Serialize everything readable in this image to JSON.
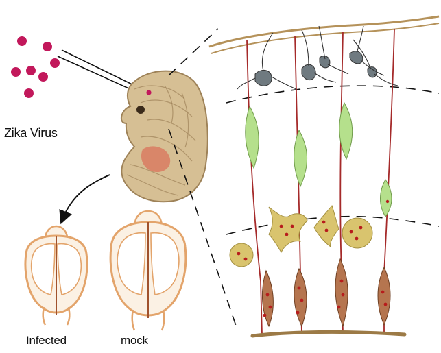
{
  "figure": {
    "labels": {
      "virus": "Zika Virus",
      "infected": "Infected",
      "mock": "mock"
    },
    "colors": {
      "virus_particle": "#c2185b",
      "embryo_body": "#d6bf94",
      "embryo_outline": "#9e8258",
      "embryo_organ": "#d97b61",
      "brain_outline": "#e3a46b",
      "brain_fill": "#fbf1e4",
      "brain_midline": "#a0522d",
      "cortex_surface": "#b5925a",
      "radial_glia_fiber": "#a52a2a",
      "neuron_gray": "#6f7a80",
      "progenitor_green": "#b5e08c",
      "intermediate_yellow": "#d9c46e",
      "basal_progenitor_brown": "#b5754f",
      "ventricular_surface": "#9c7a46",
      "inclusion_red": "#b71c1c"
    }
  }
}
